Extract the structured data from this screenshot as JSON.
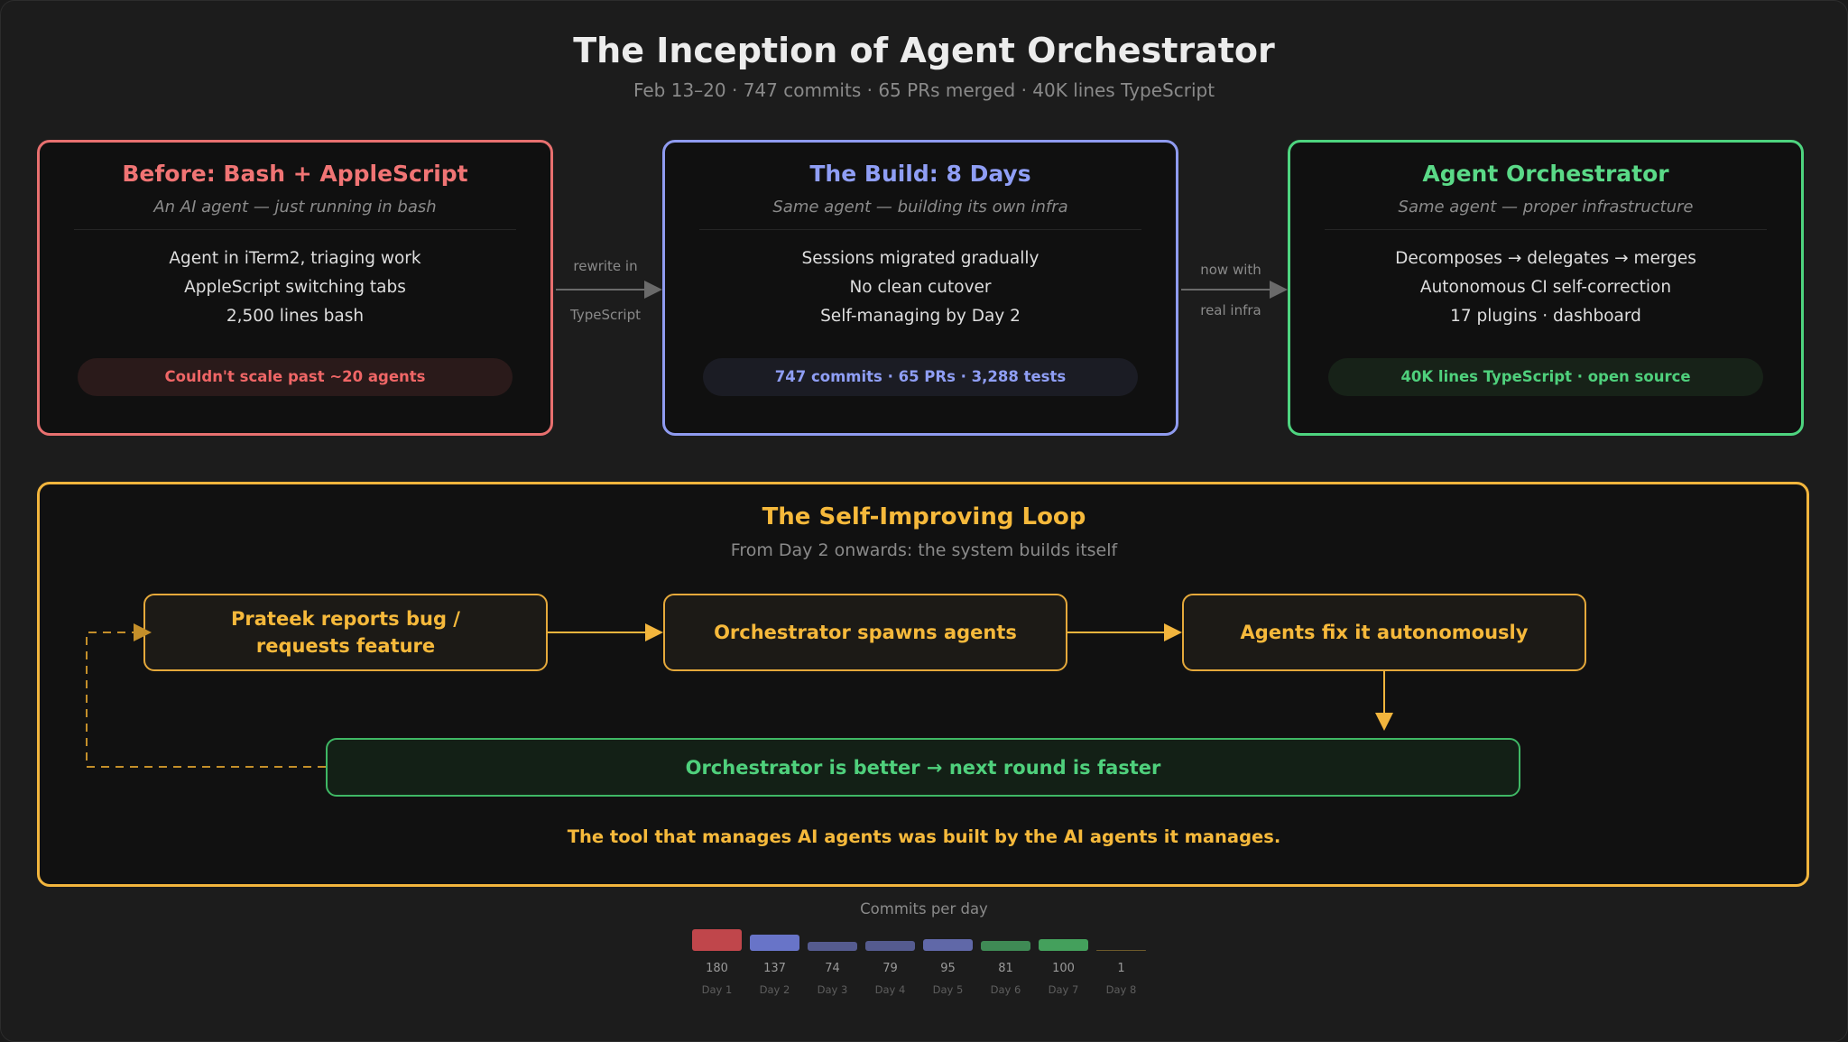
{
  "header": {
    "title": "The Inception of Agent Orchestrator",
    "subtitle": "Feb 13–20 · 747 commits · 65 PRs merged · 40K lines TypeScript"
  },
  "cards": [
    {
      "title": "Before: Bash + AppleScript",
      "subtitle": "An AI agent — just running in bash",
      "lines": [
        "Agent in iTerm2, triaging work",
        "AppleScript switching tabs",
        "2,500 lines bash"
      ],
      "badge": "Couldn't scale past ~20 agents"
    },
    {
      "title": "The Build: 8 Days",
      "subtitle": "Same agent — building its own infra",
      "lines": [
        "Sessions migrated gradually",
        "No clean cutover",
        "Self-managing by Day 2"
      ],
      "badge": "747 commits · 65 PRs · 3,288 tests"
    },
    {
      "title": "Agent Orchestrator",
      "subtitle": "Same agent — proper infrastructure",
      "lines": [
        "Decomposes → delegates → merges",
        "Autonomous CI self-correction",
        "17 plugins · dashboard"
      ],
      "badge": "40K lines TypeScript · open source"
    }
  ],
  "connectors": [
    {
      "top": "rewrite in",
      "bottom": "TypeScript"
    },
    {
      "top": "now with",
      "bottom": "real infra"
    }
  ],
  "loop": {
    "title": "The Self-Improving Loop",
    "subtitle": "From Day 2 onwards: the system builds itself",
    "steps": [
      "Prateek reports bug / requests feature",
      "Orchestrator spawns agents",
      "Agents fix it autonomously"
    ],
    "result": "Orchestrator is better → next round is faster",
    "tagline": "The tool that manages AI agents was built by the AI agents it manages."
  },
  "chart_data": {
    "type": "bar",
    "title": "Commits per day",
    "categories": [
      "Day 1",
      "Day 2",
      "Day 3",
      "Day 4",
      "Day 5",
      "Day 6",
      "Day 7",
      "Day 8"
    ],
    "values": [
      180,
      137,
      74,
      79,
      95,
      81,
      100,
      1
    ],
    "colors": [
      "#c0464b",
      "#6874c8",
      "#555b8f",
      "#555b8f",
      "#6068a8",
      "#3f8a55",
      "#44a05c",
      "#6d5a2a"
    ]
  },
  "colors": {
    "background": "#1c1c1c",
    "before": "#f07474",
    "build": "#8f9ef5",
    "after": "#5ad987",
    "loop": "#f6b93b"
  }
}
